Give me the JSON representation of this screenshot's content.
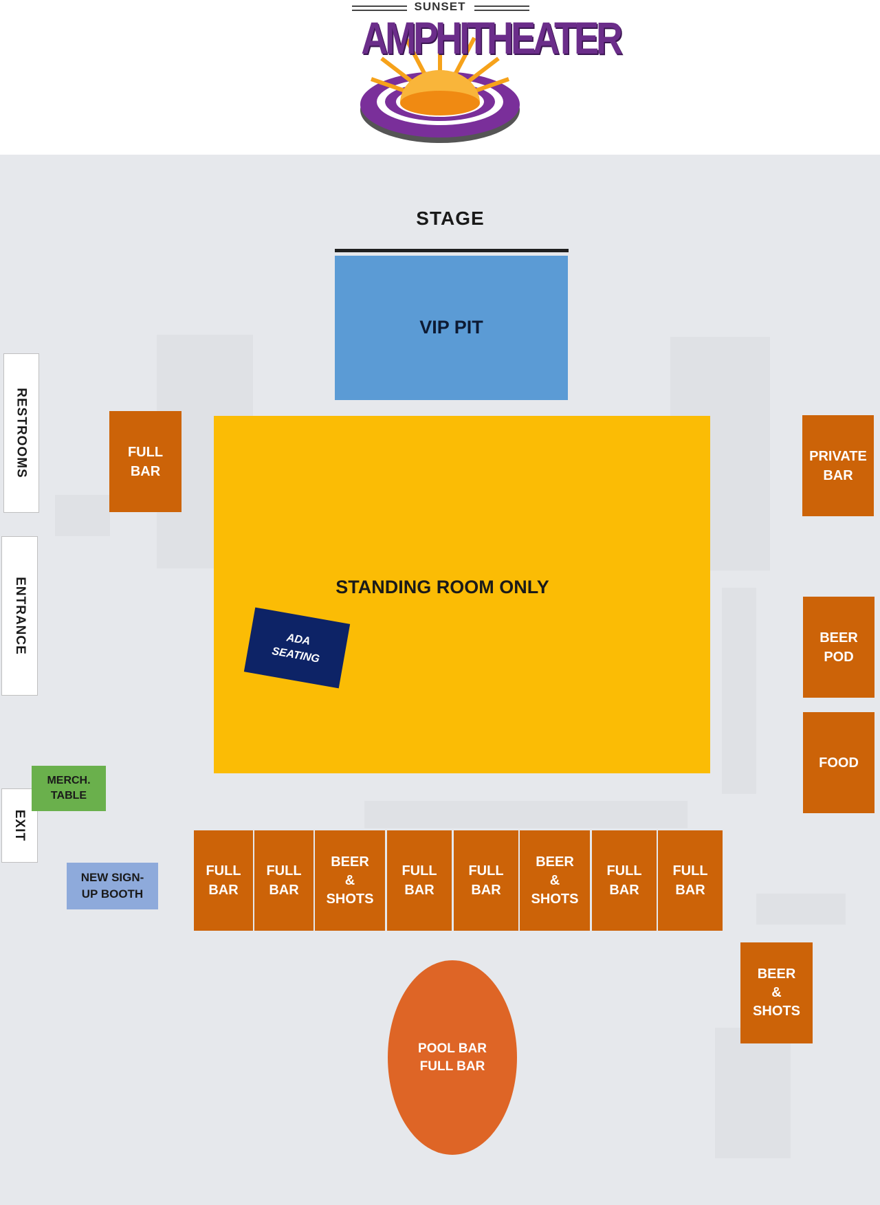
{
  "logo": {
    "top_text": "SUNSET",
    "main_text": "AMPHITHEATER",
    "colors": {
      "purple": "#7a2f9a",
      "sun": "#f6a21a"
    }
  },
  "map": {
    "stage": "STAGE",
    "vip_pit": "VIP PIT",
    "standing": "STANDING ROOM ONLY",
    "ada": "ADA\nSEATING",
    "restrooms": "RESTROOMS",
    "entrance": "ENTRANCE",
    "exit": "EXIT",
    "merch": "MERCH.\nTABLE",
    "signup": "NEW SIGN-\nUP BOOTH",
    "left_bar": "FULL\nBAR",
    "private_bar": "PRIVATE\nBAR",
    "beer_pod": "BEER\nPOD",
    "food": "FOOD",
    "bottom_row": [
      "FULL\nBAR",
      "FULL\nBAR",
      "BEER\n&\nSHOTS",
      "FULL\nBAR",
      "FULL\nBAR",
      "BEER\n&\nSHOTS",
      "FULL\nBAR",
      "FULL\nBAR"
    ],
    "right_beer": "BEER\n&\nSHOTS",
    "pool_bar": "POOL BAR\nFULL BAR"
  },
  "colors": {
    "background": "#e6e8ec",
    "vip": "#5b9bd5",
    "standing": "#fbbc05",
    "ada": "#0d2366",
    "bar": "#cc6308",
    "merch": "#6ab04c",
    "signup": "#8eaadb",
    "pool": "#de6526"
  }
}
